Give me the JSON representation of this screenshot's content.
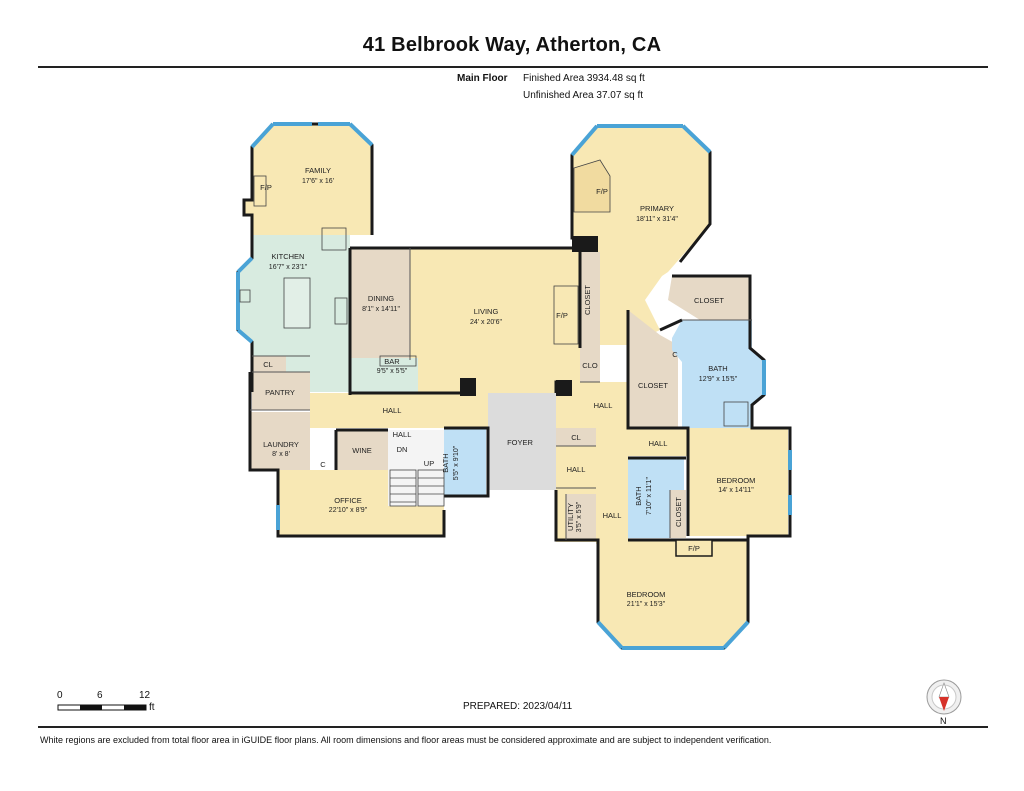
{
  "header": {
    "title": "41 Belbrook Way, Atherton, CA",
    "floor_name": "Main Floor",
    "finished_area": "Finished Area 3934.48 sq ft",
    "unfinished_area": "Unfinished Area 37.07 sq ft"
  },
  "rooms": {
    "family": {
      "name": "FAMILY",
      "dims": "17'6\" x 16'"
    },
    "kitchen": {
      "name": "KITCHEN",
      "dims": "16'7\" x 23'1\""
    },
    "dining": {
      "name": "DINING",
      "dims": "8'1\" x 14'11\""
    },
    "living": {
      "name": "LIVING",
      "dims": "24' x 20'6\""
    },
    "bar": {
      "name": "BAR",
      "dims": "9'5\" x 5'5\""
    },
    "primary": {
      "name": "PRIMARY",
      "dims": "18'11\" x 31'4\""
    },
    "closet_top": {
      "name": "CLOSET"
    },
    "closet_vert": {
      "name": "CLOSET"
    },
    "closet_mid": {
      "name": "CLOSET"
    },
    "closet_bed": {
      "name": "CLOSET"
    },
    "bath_primary": {
      "name": "BATH",
      "dims": "12'9\" x 15'5\""
    },
    "bath_hall": {
      "name": "BATH",
      "dims": "5'5\" x 9'10\""
    },
    "bath_bed": {
      "name": "BATH",
      "dims": "7'10\" x 11'1\""
    },
    "bedroom_east": {
      "name": "BEDROOM",
      "dims": "14' x 14'11\""
    },
    "bedroom_south": {
      "name": "BEDROOM",
      "dims": "21'1\" x 15'3\""
    },
    "office": {
      "name": "OFFICE",
      "dims": "22'10\" x 8'9\""
    },
    "laundry": {
      "name": "LAUNDRY",
      "dims": "8' x 8'"
    },
    "utility": {
      "name": "UTILITY",
      "dims": "3'5\" x 5'9\""
    },
    "pantry": {
      "name": "PANTRY"
    },
    "wine": {
      "name": "WINE"
    },
    "foyer": {
      "name": "FOYER"
    }
  },
  "labels": {
    "hall": "HALL",
    "cl": "CL",
    "clo": "CLO",
    "c": "C",
    "fp": "F/P",
    "dn": "DN",
    "up": "UP"
  },
  "scale": {
    "tick0": "0",
    "tick1": "6",
    "tick2": "12",
    "unit": "ft"
  },
  "compass": {
    "north": "N"
  },
  "prepared": "PREPARED: 2023/04/11",
  "footer": "White regions are excluded from total floor area in iGUIDE floor plans. All room dimensions and floor areas must be considered approximate and are subject to independent verification.",
  "colors": {
    "yellow": "#f8e8b4",
    "tan": "#e6d9c6",
    "kitchen_green": "#d8ebe0",
    "bath_blue": "#bfe0f5",
    "foyer_gray": "#dcdcdc",
    "window_blue": "#4aa3d6",
    "wall": "#1a1a1a",
    "compass_red": "#d6322a"
  }
}
